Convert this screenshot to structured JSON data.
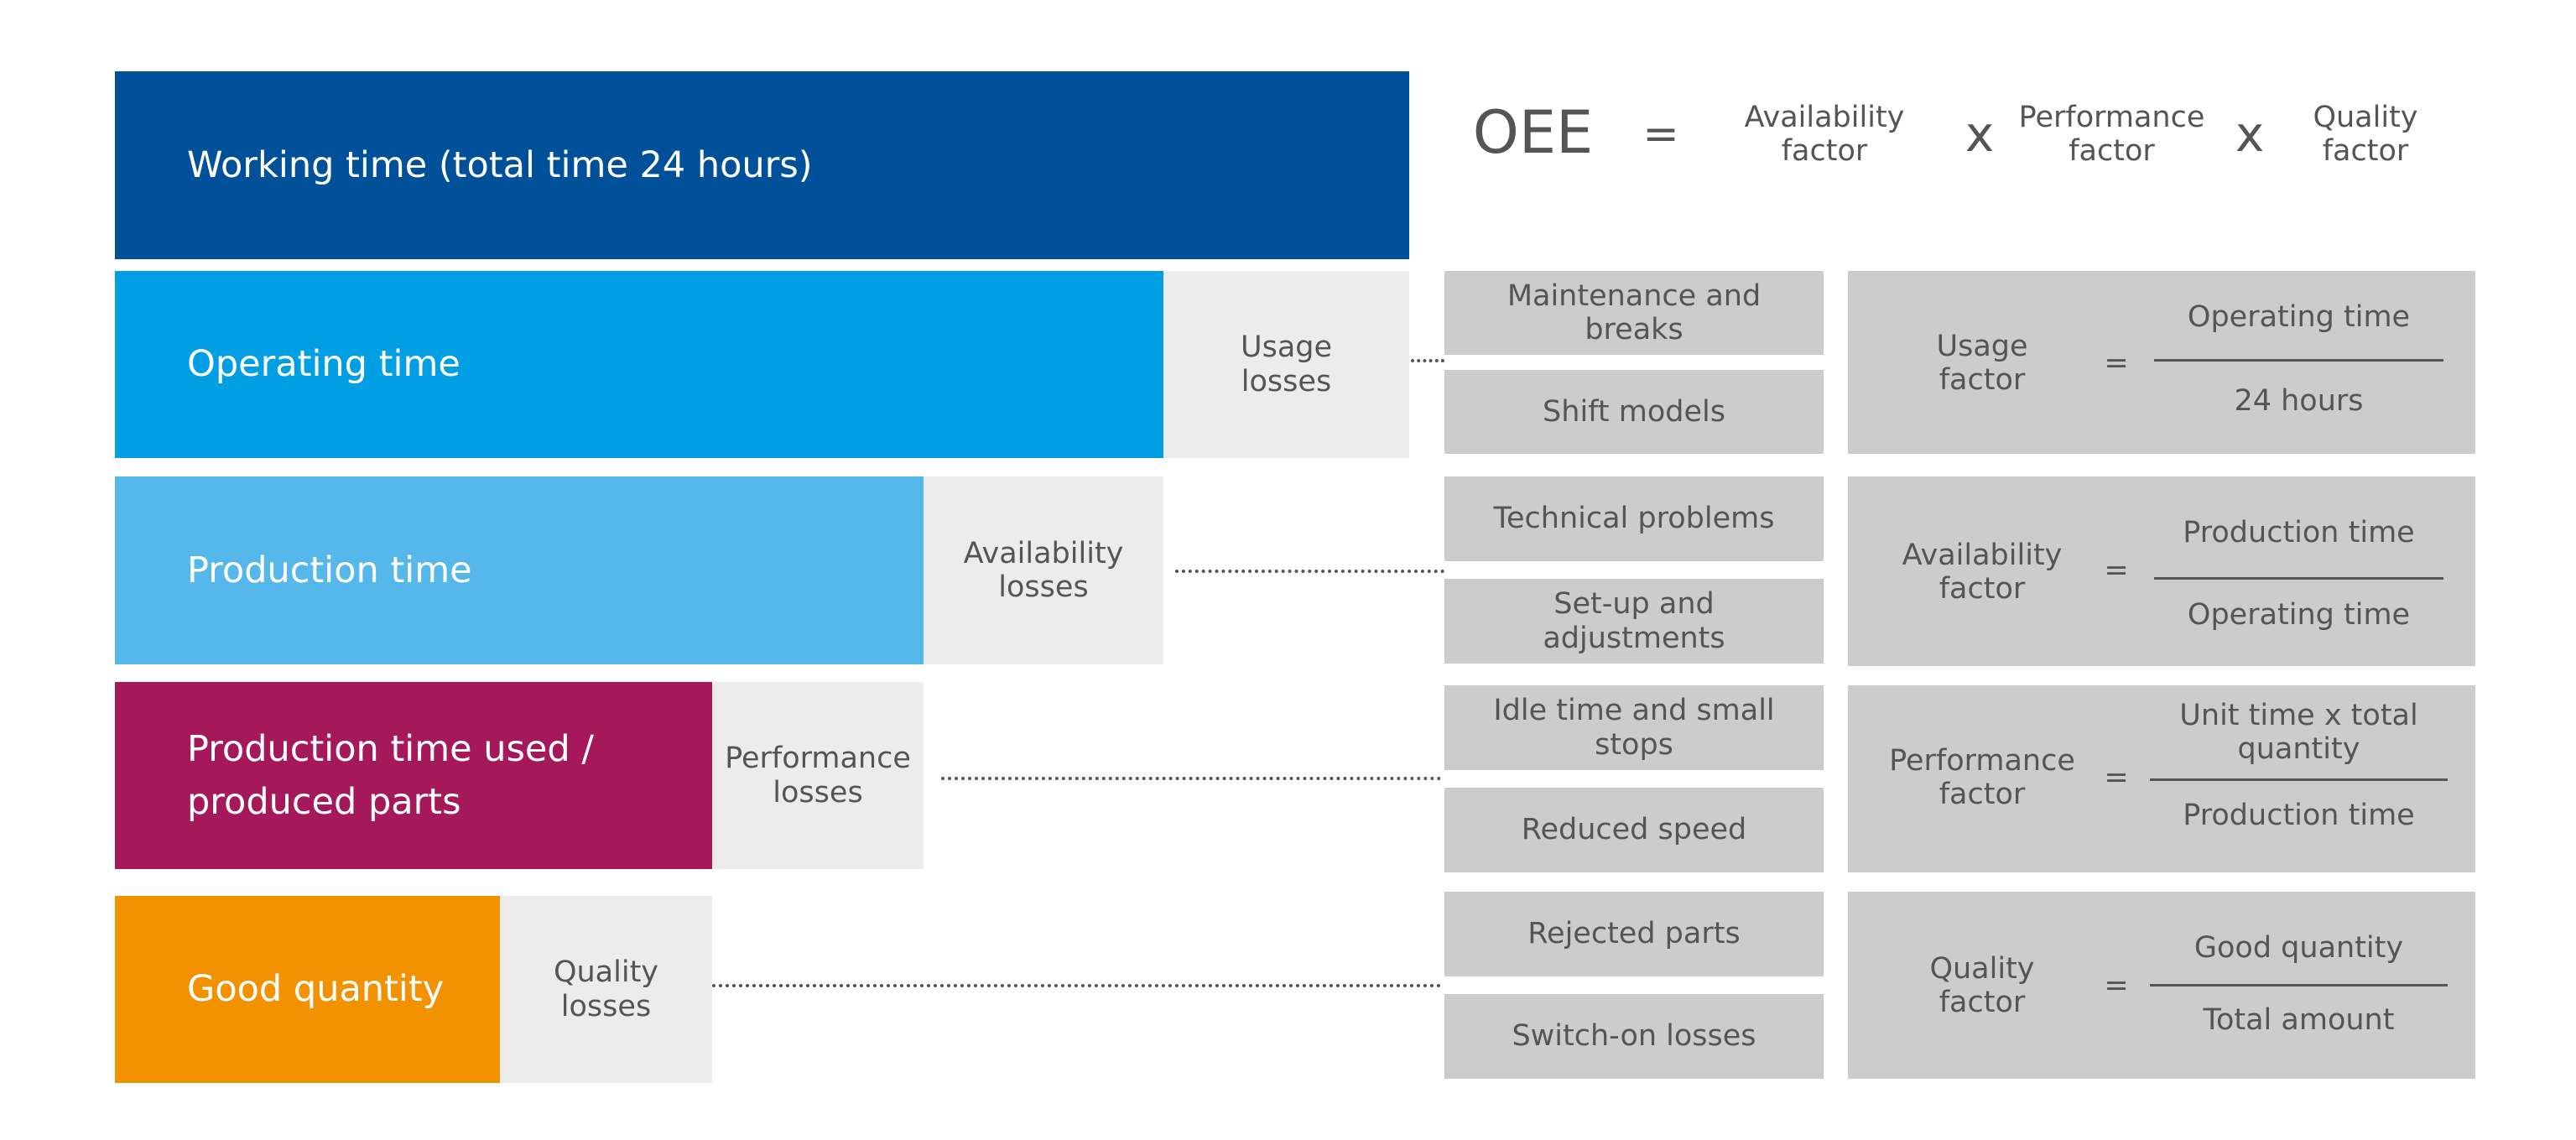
{
  "colors": {
    "working": "#00519a",
    "operating": "#009fe3",
    "production": "#56b8ea",
    "used": "#a51859",
    "good": "#f39200",
    "loss_box": "#ececec",
    "cause_box": "#cccccc",
    "text_dark": "#555555"
  },
  "bars": {
    "working": "Working time (total time 24 hours)",
    "operating": "Operating time",
    "production": "Production time",
    "used": "Production time used /\nproduced parts",
    "good": "Good quantity"
  },
  "losses": {
    "usage": "Usage\nlosses",
    "availability": "Availability\nlosses",
    "performance": "Performance\nlosses",
    "quality": "Quality\nlosses"
  },
  "causes": {
    "maintenance": "Maintenance and\nbreaks",
    "shift": "Shift models",
    "technical": "Technical problems",
    "setup": "Set-up and\nadjustments",
    "idle": "Idle time and small\nstops",
    "reduced_speed": "Reduced speed",
    "rejected": "Rejected parts",
    "switch_on": "Switch-on losses"
  },
  "oee_header": {
    "oee": "OEE",
    "equals": "=",
    "availability": "Availability\nfactor",
    "times1": "x",
    "performance": "Performance\nfactor",
    "times2": "x",
    "quality": "Quality\nfactor"
  },
  "formulas": {
    "usage": {
      "label": "Usage\nfactor",
      "equals": "=",
      "numerator": "Operating time",
      "denominator": "24 hours"
    },
    "availability": {
      "label": "Availability\nfactor",
      "equals": "=",
      "numerator": "Production time",
      "denominator": "Operating time"
    },
    "performance": {
      "label": "Performance\nfactor",
      "equals": "=",
      "numerator": "Unit time x total\nquantity",
      "denominator": "Production time"
    },
    "quality": {
      "label": "Quality\nfactor",
      "equals": "=",
      "numerator": "Good quantity",
      "denominator": "Total amount"
    }
  }
}
